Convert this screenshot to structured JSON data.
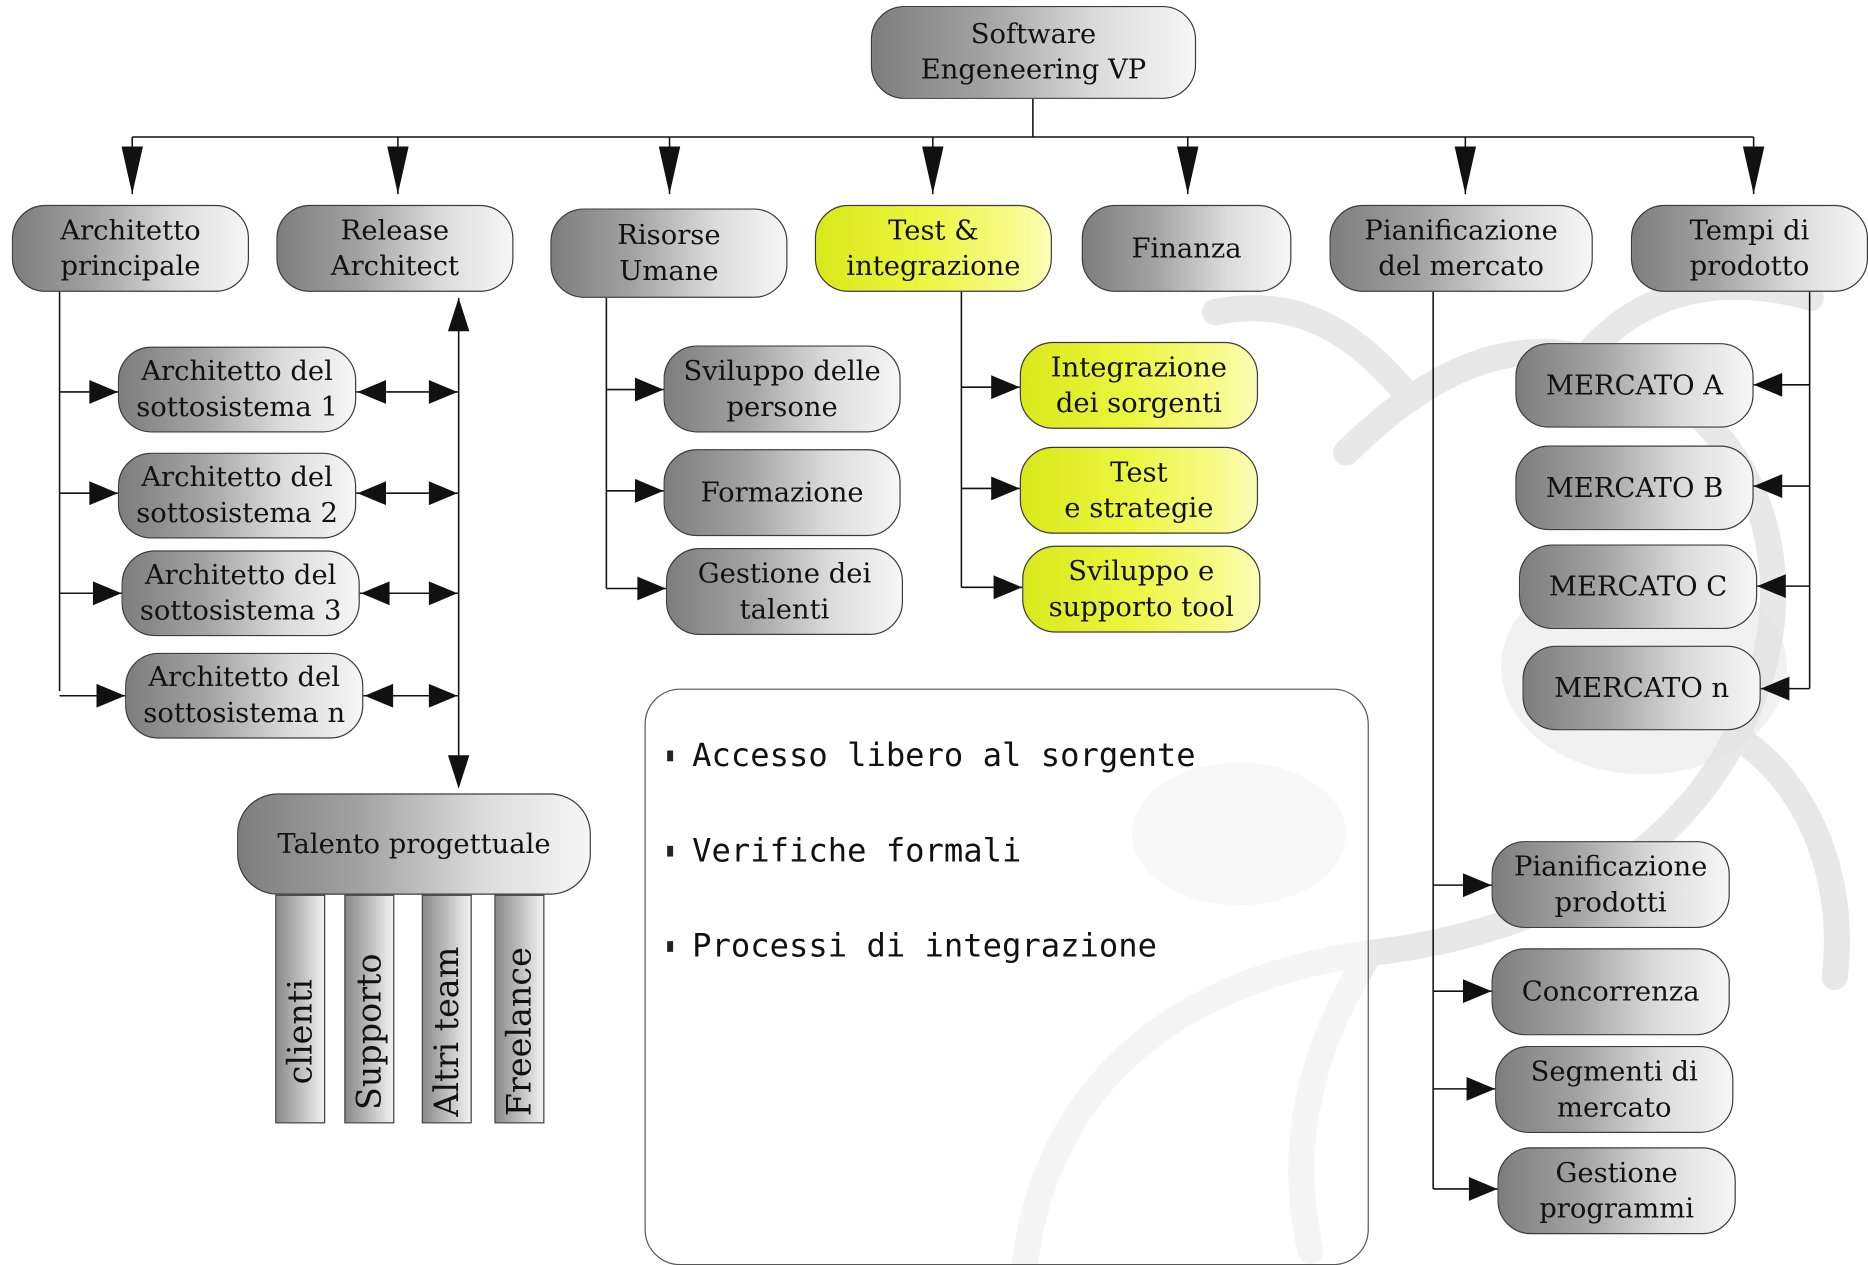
{
  "root": {
    "label": "Software\nEngeneering VP"
  },
  "departments": [
    {
      "label": "Architetto\nprincipale"
    },
    {
      "label": "Release\nArchitect"
    },
    {
      "label": "Risorse\nUmane"
    },
    {
      "label": "Test &\nintegrazione"
    },
    {
      "label": "Finanza"
    },
    {
      "label": "Pianificazione\ndel mercato"
    },
    {
      "label": "Tempi di\nprodotto"
    }
  ],
  "architetto_children": [
    {
      "label": "Architetto del\nsottosistema 1"
    },
    {
      "label": "Architetto del\nsottosistema 2"
    },
    {
      "label": "Architetto del\nsottosistema 3"
    },
    {
      "label": "Architetto del\nsottosistema n"
    }
  ],
  "talento": {
    "label": "Talento progettuale",
    "sources": [
      "clienti",
      "Supporto",
      "Altri team",
      "Freelance"
    ]
  },
  "risorse_children": [
    {
      "label": "Sviluppo delle\npersone"
    },
    {
      "label": "Formazione"
    },
    {
      "label": "Gestione dei\ntalenti"
    }
  ],
  "test_children": [
    {
      "label": "Integrazione\ndei sorgenti"
    },
    {
      "label": "Test\ne strategie"
    },
    {
      "label": "Sviluppo e\nsupporto tool"
    }
  ],
  "tempi_children": [
    {
      "label": "MERCATO A"
    },
    {
      "label": "MERCATO B"
    },
    {
      "label": "MERCATO C"
    },
    {
      "label": "MERCATO n"
    }
  ],
  "pianificazione_children": [
    {
      "label": "Pianificazione\nprodotti"
    },
    {
      "label": "Concorrenza"
    },
    {
      "label": "Segmenti di\nmercato"
    },
    {
      "label": "Gestione\nprogrammi"
    }
  ],
  "notes": [
    "Accesso libero al sorgente",
    "Verifiche formali",
    "Processi di integrazione"
  ],
  "colors": {
    "node_dark": "#7d7d7d",
    "node_light": "#f6f6f6",
    "highlight_dark": "#d9e81a",
    "highlight_light": "#fbfdb8",
    "line": "#111111"
  }
}
